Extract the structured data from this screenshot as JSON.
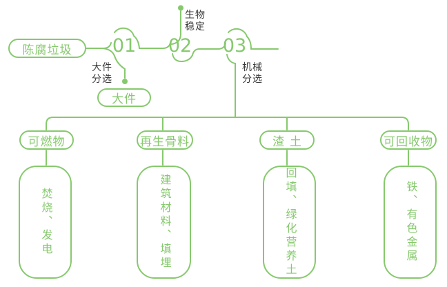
{
  "colors": {
    "green": "#86C96D",
    "label_dark": "#3b3b3b",
    "background": "#ffffff"
  },
  "flow": {
    "source_label": "陈腐垃圾",
    "steps": [
      {
        "num": "01",
        "side_label": "大件\n分选",
        "output_label": "大件"
      },
      {
        "num": "02",
        "side_label": "生物\n稳定"
      },
      {
        "num": "03",
        "side_label": "机械\n分选"
      }
    ]
  },
  "branches": [
    {
      "category": "可燃物",
      "result": "焚烧、发电"
    },
    {
      "category": "再生骨料",
      "result": "建筑材料、填埋"
    },
    {
      "category": "渣土",
      "result": "回填、绿化营养土"
    },
    {
      "category": "可回收物",
      "result": "铁、有色金属"
    }
  ]
}
